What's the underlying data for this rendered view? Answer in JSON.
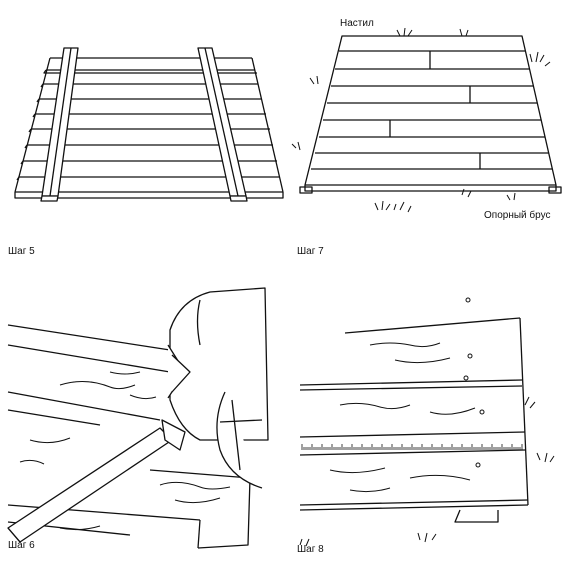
{
  "panels": [
    {
      "id": "step5",
      "caption": "Шаг 5"
    },
    {
      "id": "step7",
      "caption": "Шаг 7",
      "labels": {
        "deck": "Настил",
        "support_beam": "Опорный брус"
      }
    },
    {
      "id": "step6",
      "caption": "Шаг 6"
    },
    {
      "id": "step8",
      "caption": "Шаг 8"
    }
  ],
  "colors": {
    "ink": "#111111",
    "paper": "#ffffff"
  }
}
